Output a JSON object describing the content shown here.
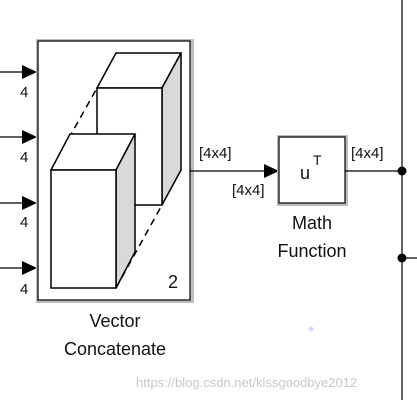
{
  "vector_concatenate": {
    "name_line1": "Vector",
    "name_line2": "Concatenate",
    "dimension": "2",
    "input_widths": [
      "4",
      "4",
      "4",
      "4"
    ],
    "output_signal": "[4x4]"
  },
  "math_function": {
    "name_line1": "Math",
    "name_line2": "Function",
    "symbol_base": "u",
    "symbol_sup": "T",
    "input_signal": "[4x4]",
    "output_signal": "[4x4]"
  },
  "watermark": "https://blog.csdn.net/kissgoodbye2012"
}
